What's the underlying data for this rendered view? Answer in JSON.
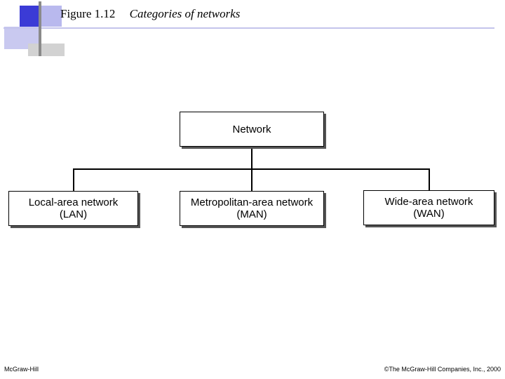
{
  "header": {
    "figure_number": "Figure 1.12",
    "figure_caption": "Categories of networks"
  },
  "diagram": {
    "root": {
      "label": "Network"
    },
    "children": [
      {
        "line1": "Local-area network",
        "line2": "(LAN)"
      },
      {
        "line1": "Metropolitan-area network",
        "line2": "(MAN)"
      },
      {
        "line1": "Wide-area network",
        "line2": "(WAN)"
      }
    ]
  },
  "footer": {
    "left": "McGraw-Hill",
    "right": "©The McGraw-Hill Companies, Inc., 2000"
  },
  "colors": {
    "ornament_blue": "#3b3bd6",
    "ornament_light_blue": "#b9b9ee",
    "ornament_gray": "#8a8a8a"
  }
}
